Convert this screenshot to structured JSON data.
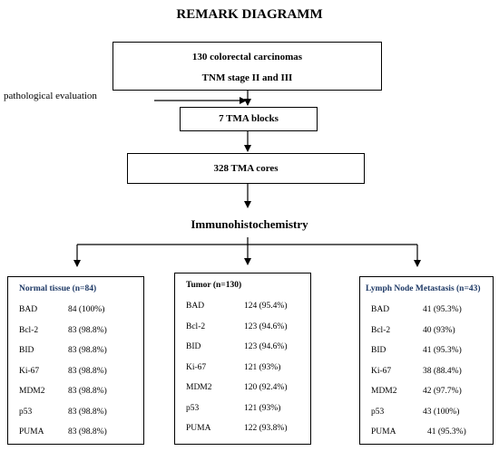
{
  "title": "REMARK DIAGRAMM",
  "steps": {
    "carcinomas_line1": "130 colorectal carcinomas",
    "carcinomas_line2": "TNM stage II and III",
    "pathological": "pathological evaluation",
    "tma_blocks": "7 TMA blocks",
    "tma_cores": "328 TMA cores",
    "ihc": "Immunohistochemistry"
  },
  "panels": [
    {
      "title": "Normal tissue (n=84)",
      "rows": [
        {
          "marker": "BAD",
          "value": "84 (100%)"
        },
        {
          "marker": "Bcl-2",
          "value": "83 (98.8%)"
        },
        {
          "marker": "BID",
          "value": "83 (98.8%)"
        },
        {
          "marker": "Ki-67",
          "value": "83 (98.8%)"
        },
        {
          "marker": "MDM2",
          "value": "83 (98.8%)"
        },
        {
          "marker": "p53",
          "value": "83 (98.8%)"
        },
        {
          "marker": "PUMA",
          "value": "83 (98.8%)"
        }
      ]
    },
    {
      "title": "Tumor (n=130)",
      "rows": [
        {
          "marker": "BAD",
          "value": "124 (95.4%)"
        },
        {
          "marker": "Bcl-2",
          "value": "123 (94.6%)"
        },
        {
          "marker": "BID",
          "value": "123 (94.6%)"
        },
        {
          "marker": "Ki-67",
          "value": "121 (93%)"
        },
        {
          "marker": "MDM2",
          "value": "120 (92.4%)"
        },
        {
          "marker": "p53",
          "value": "121 (93%)"
        },
        {
          "marker": "PUMA",
          "value": "122 (93.8%)"
        }
      ]
    },
    {
      "title": "Lymph Node Metastasis (n=43)",
      "rows": [
        {
          "marker": "BAD",
          "value": "41 (95.3%)"
        },
        {
          "marker": "Bcl-2",
          "value": "40 (93%)"
        },
        {
          "marker": "BID",
          "value": "41 (95.3%)"
        },
        {
          "marker": "Ki-67",
          "value": "38 (88.4%)"
        },
        {
          "marker": "MDM2",
          "value": "42 (97.7%)"
        },
        {
          "marker": "p53",
          "value": "43 (100%)"
        },
        {
          "marker": "PUMA",
          "value": "41 (95.3%)"
        }
      ]
    }
  ]
}
